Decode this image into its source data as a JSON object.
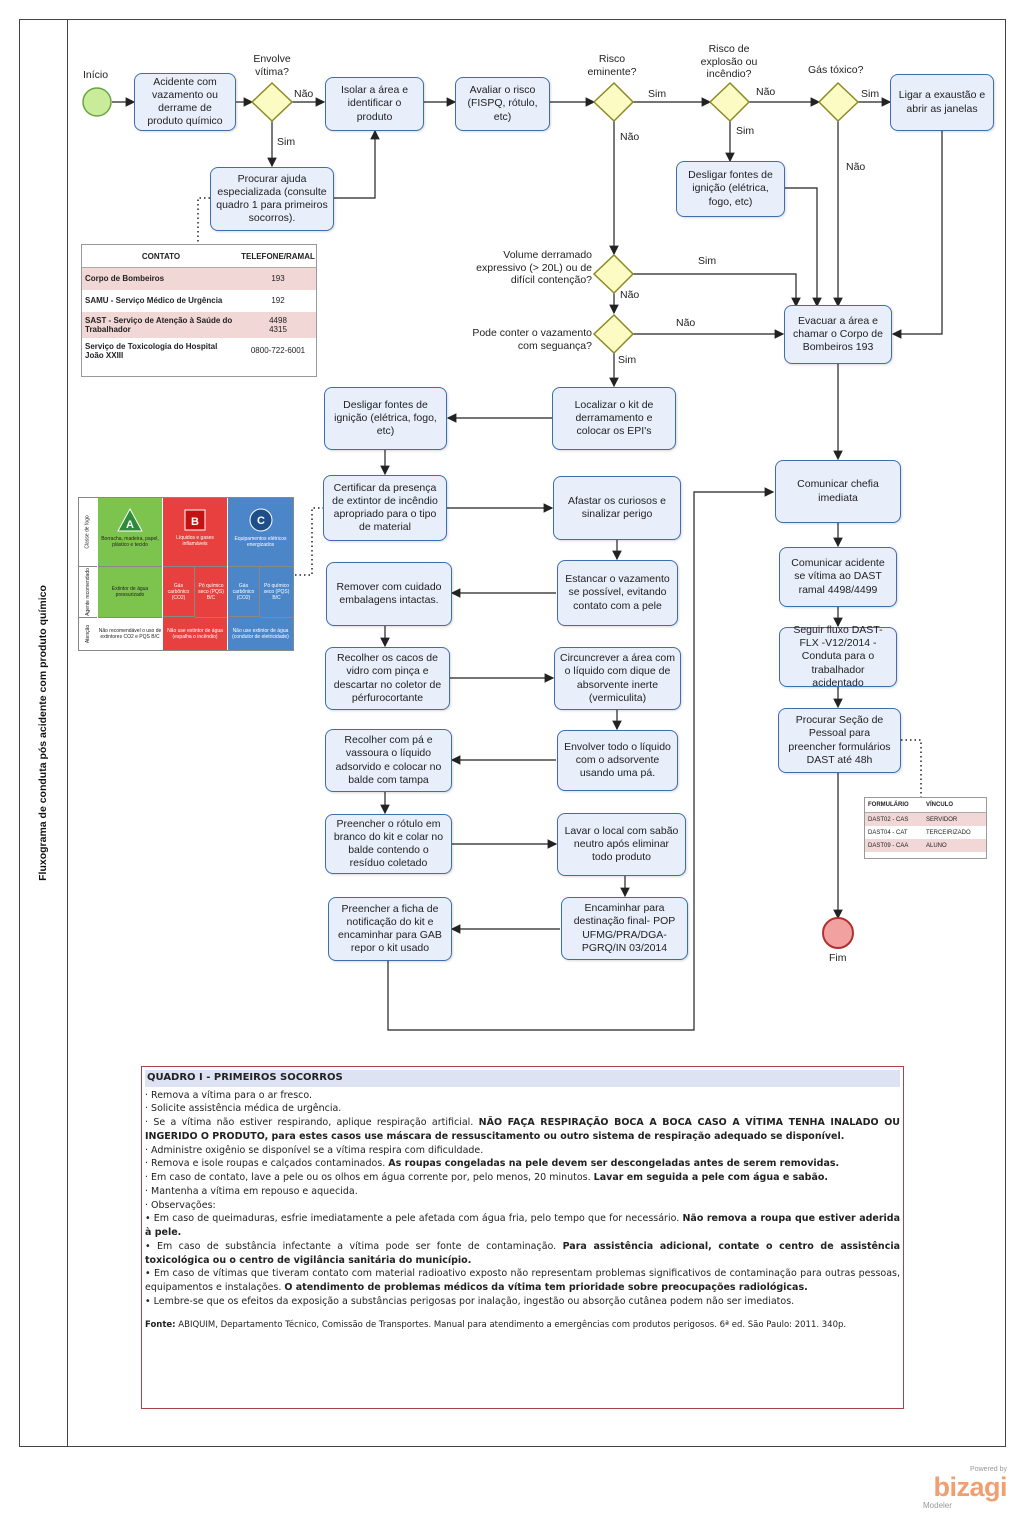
{
  "pool_title": "Fluxograma de conduta pós acidente com produto químico",
  "events": {
    "start": "Início",
    "end": "Fim"
  },
  "tasks": {
    "t1": "Acidente com vazamento ou derrame de produto químico",
    "t2": "Isolar a área e identificar o produto",
    "t3": "Avaliar o risco (FISPQ, rótulo, etc)",
    "t4": "Ligar a exaustão e abrir as janelas",
    "t5": "Procurar ajuda especializada (consulte quadro 1 para primeiros socorros).",
    "t6": "Desligar fontes de ignição (elétrica, fogo, etc)",
    "t7": "Evacuar a área e chamar o Corpo de Bombeiros 193",
    "t8": "Localizar o kit de derramamento e colocar os EPI's",
    "t9": "Desligar fontes de ignição (elétrica, fogo, etc)",
    "t10": "Certificar da presença de extintor de incêndio apropriado para o tipo de material",
    "t11": "Afastar os curiosos e sinalizar perigo",
    "t12": "Estancar o vazamento se possível, evitando contato com a pele",
    "t13": "Remover com cuidado embalagens intactas.",
    "t14": "Recolher os cacos de vidro com pinça e descartar no coletor de pérfurocortante",
    "t15": "Circuncrever a área com o líquido com dique de absorvente inerte (vermiculita)",
    "t16": "Envolver todo o líquido com o adsorvente usando uma pá.",
    "t17": "Recolher com pá e vassoura o líquido adsorvido e colocar no balde com tampa",
    "t18": "Lavar o local com sabão neutro após eliminar todo produto",
    "t19": "Preencher o rótulo em branco do kit e colar no balde contendo o resíduo coletado",
    "t20": "Encaminhar para destinação final- POP UFMG/PRA/DGA-PGRQ/IN 03/2014",
    "t21": "Preencher a ficha de notificação do kit e encaminhar para GAB repor o kit usado",
    "t22": "Comunicar chefia imediata",
    "t23": "Comunicar acidente se vítima ao DAST ramal 4498/4499",
    "t24": "Seguir fluxo DAST-FLX -V12/2014 - Conduta para o trabalhador acidentado",
    "t25": "Procurar Seção de Pessoal para preencher formulários DAST até 48h"
  },
  "gateways": {
    "g1": "Envolve vítima?",
    "g2": "Risco eminente?",
    "g3": "Risco de explosão ou incêndio?",
    "g4": "Gás tóxico?",
    "g5": "Volume derramado expressivo (> 20L) ou de difícil contenção?",
    "g6": "Pode conter o vazamento com seguança?"
  },
  "flow_labels": {
    "yes": "Sim",
    "no": "Não"
  },
  "contacts": {
    "headers": [
      "CONTATO",
      "TELEFONE/RAMAL"
    ],
    "rows": [
      {
        "name": "Corpo de Bombeiros",
        "phone": "193"
      },
      {
        "name": "SAMU - Serviço Médico de Urgência",
        "phone": "192"
      },
      {
        "name": "SAST - Serviço de Atenção à Saúde do Trabalhador",
        "phone": "4498\n4315"
      },
      {
        "name": "Serviço de Toxicologia do Hospital João XXIII",
        "phone": "0800-722-6001"
      }
    ]
  },
  "extinguishers": {
    "row_labels": [
      "Classe de fogo",
      "Agente recomendado",
      "Atenção"
    ],
    "classes": [
      {
        "letter": "A",
        "desc": "Borracha, madeira, papel, plástico e tecido",
        "agent": [
          "Extintor de água pressurizado"
        ],
        "warning": "Não recomendável o uso de extintores CO2 e PQS B/C",
        "color": "#7dc44e"
      },
      {
        "letter": "B",
        "desc": "Líquidos e gases inflamáveis",
        "agent": [
          "Gás carbônico (CO2)",
          "Pó químico seco (PQS) B/C"
        ],
        "warning": "Não use extintor de água (espalha o incêndio)",
        "color": "#e8403e"
      },
      {
        "letter": "C",
        "desc": "Equipamentos elétricos energizados",
        "agent": [
          "Gás carbônico (CO2)",
          "Pó químico seco (PQS) B/C"
        ],
        "warning": "Não use extintor de água (condutor de eletricidade)",
        "color": "#4a86c8"
      }
    ]
  },
  "forms": {
    "headers": [
      "FORMULÁRIO",
      "VÍNCULO"
    ],
    "rows": [
      {
        "form": "DAST02 - CAS",
        "link": "SERVIDOR"
      },
      {
        "form": "DAST04 - CAT",
        "link": "TERCEIRIZADO"
      },
      {
        "form": "DAST09 - CAA",
        "link": "ALUNO"
      }
    ]
  },
  "quadro": {
    "title": "QUADRO I - PRIMEIROS SOCORROS",
    "items": [
      {
        "plain": "· Remova a vítima para o ar fresco.",
        "bold": ""
      },
      {
        "plain": "· Solicite assistência médica de urgência.",
        "bold": ""
      },
      {
        "plain": "· Se a vítima não estiver respirando, aplique respiração artificial. ",
        "bold": "NÃO FAÇA RESPIRAÇÃO BOCA A BOCA CASO A VÍTIMA TENHA INALADO OU INGERIDO O PRODUTO, para estes casos use máscara de ressuscitamento ou outro sistema de respiração adequado se disponível."
      },
      {
        "plain": "· Administre oxigênio se disponível se a vítima respira com dificuldade.",
        "bold": ""
      },
      {
        "plain": "· Remova e isole roupas e calçados contaminados. ",
        "bold": "As roupas congeladas na pele devem ser descongeladas antes de serem removidas."
      },
      {
        "plain": "· Em caso de contato, lave a pele ou os olhos em água corrente por, pelo menos, 20 minutos. ",
        "bold": "Lavar em seguida a pele com água e sabão."
      },
      {
        "plain": "· Mantenha a vítima em repouso e aquecida.",
        "bold": ""
      },
      {
        "plain": "· Observações:",
        "bold": ""
      },
      {
        "plain": "• Em caso de queimaduras, esfrie imediatamente a pele afetada com água fria, pelo tempo que for necessário. ",
        "bold": "Não remova a roupa que estiver aderida à pele."
      },
      {
        "plain": "• Em caso de substância infectante a vítima pode ser fonte de contaminação. ",
        "bold": "Para assistência adicional, contate o centro de assistência toxicológica ou o centro de vigilância sanitária do município."
      },
      {
        "plain": "• Em caso de vítimas que tiveram contato com material radioativo exposto não representam problemas significativos de contaminação para outras pessoas, equipamentos e instalações. ",
        "bold": "O atendimento de problemas médicos da vítima tem prioridade sobre preocupações radiológicas."
      },
      {
        "plain": "• Lembre-se que os efeitos da exposição a substâncias perigosas por inalação, ingestão ou absorção cutânea podem não ser imediatos.",
        "bold": ""
      }
    ],
    "source_label": "Fonte:",
    "source_text": " ABIQUIM, Departamento Técnico, Comissão de Transportes. Manual para atendimento a emergências com produtos perigosos. 6ª ed. São Paulo: 2011. 340p."
  },
  "logo": {
    "powered": "Powered by",
    "brand": "bizagi",
    "sub": "Modeler"
  }
}
